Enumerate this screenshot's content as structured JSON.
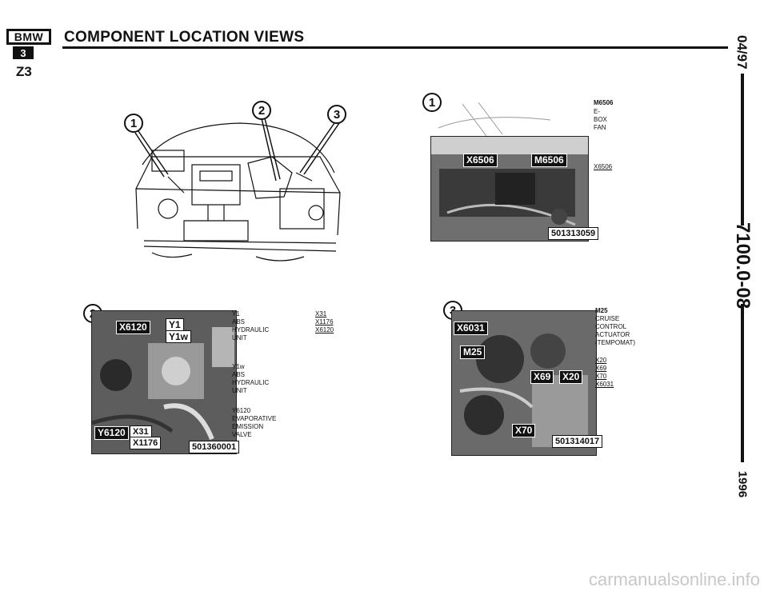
{
  "header": {
    "logo_top": "BMW",
    "logo_series": "3",
    "title": "COMPONENT LOCATION VIEWS",
    "model": "Z3"
  },
  "side": {
    "date": "04/97",
    "page_number": "7100.0-08",
    "year": "1996"
  },
  "fig1": {
    "callouts": [
      "1",
      "2",
      "3"
    ]
  },
  "fig2": {
    "callout": "1",
    "tags": [
      "X6506",
      "M6506"
    ],
    "photo_id": "501313059",
    "label_title": "M6506",
    "label_desc": "E-BOX FAN",
    "connectors": [
      "X6506"
    ]
  },
  "fig3": {
    "callout": "2",
    "tags": [
      "X6120",
      "Y1",
      "Y1w",
      "Y6120",
      "X31",
      "X1176"
    ],
    "photo_id": "501360001",
    "items": [
      {
        "code": "Y1",
        "lines": [
          "ABS HYDRAULIC",
          "UNIT"
        ]
      },
      {
        "code": "Y1w",
        "lines": [
          "ABS HYDRAULIC",
          "UNIT"
        ]
      },
      {
        "code": "Y6120",
        "lines": [
          "EVAPORATIVE",
          "EMISSION VALVE"
        ]
      }
    ],
    "connectors": [
      "X31",
      "X1176",
      "X6120"
    ]
  },
  "fig4": {
    "callout": "3",
    "tags": [
      "X6031",
      "M25",
      "X69",
      "X20",
      "X70"
    ],
    "photo_id": "501314017",
    "label_title": "M25",
    "label_desc": [
      "CRUISE CONTROL",
      "ACTUATOR",
      "(TEMPOMAT)"
    ],
    "connectors": [
      "X20",
      "X69",
      "X70",
      "X6031"
    ]
  },
  "watermark": "carmanualsonline.info"
}
